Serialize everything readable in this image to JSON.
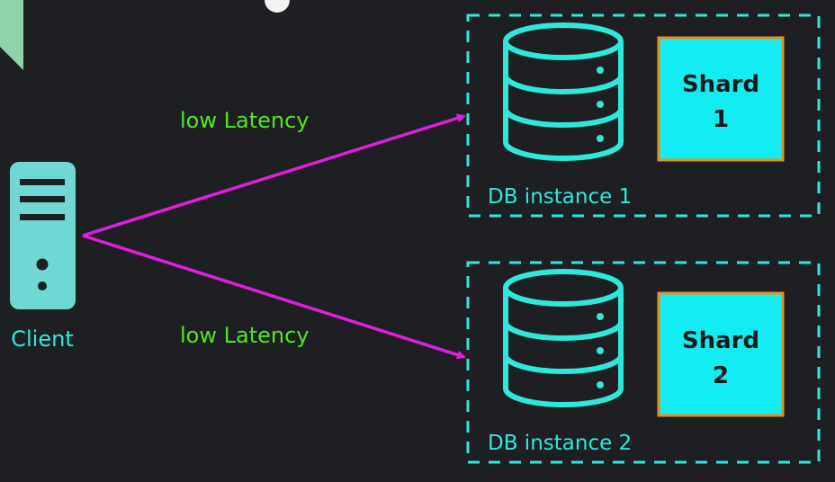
{
  "client": {
    "label": "Client"
  },
  "connections": [
    {
      "label": "low Latency"
    },
    {
      "label": "low Latency"
    }
  ],
  "instances": [
    {
      "label": "DB instance 1",
      "shard": {
        "line1": "Shard",
        "line2": "1"
      }
    },
    {
      "label": "DB instance 2",
      "shard": {
        "line1": "Shard",
        "line2": "2"
      }
    }
  ],
  "colors": {
    "background": "#1d1f23",
    "accent": "#2fe8dc",
    "arrow": "#e01ee0",
    "latency_text": "#4fe81e",
    "shard_fill": "#14ecf4",
    "shard_border": "#e8901c",
    "client_body": "#6fd8d4"
  }
}
